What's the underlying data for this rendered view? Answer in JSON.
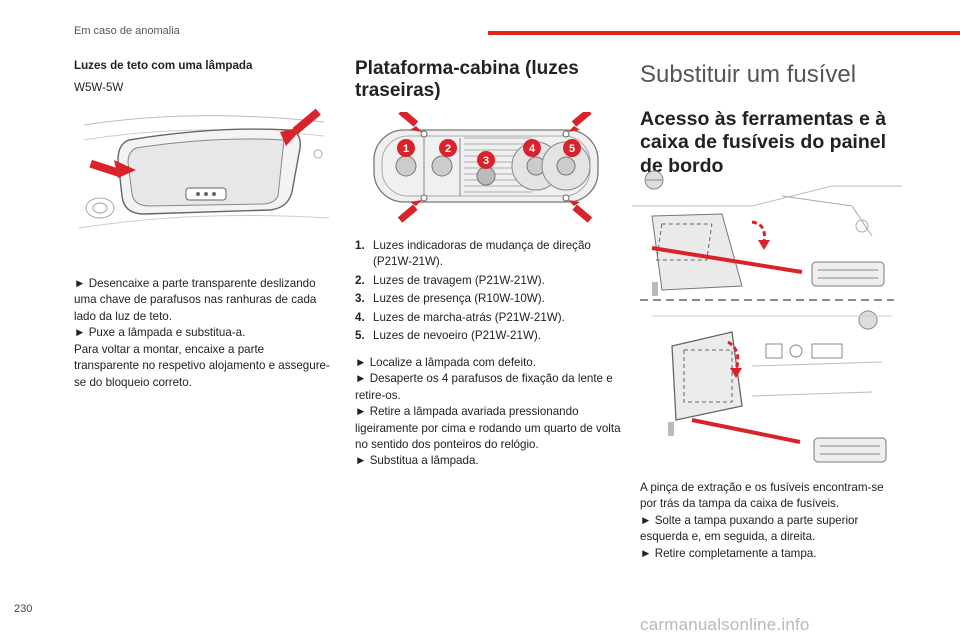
{
  "header": {
    "section": "Em caso de anomalia",
    "page_number": "230"
  },
  "watermark": "carmanualsonline.info",
  "col1": {
    "title": "Luzes de teto com uma lâmpada",
    "bulb": "W5W-5W",
    "paragraphs": [
      "► Desencaixe a parte transparente deslizando uma chave de parafusos nas ranhuras de cada lado da luz de teto.",
      "► Puxe a lâmpada e substitua-a.",
      "Para voltar a montar, encaixe a parte transparente no respetivo alojamento e assegure-se do bloqueio correto."
    ]
  },
  "col2": {
    "title": "Plataforma-cabina (luzes traseiras)",
    "callouts": [
      "1",
      "2",
      "3",
      "4",
      "5"
    ],
    "items": [
      {
        "num": "1.",
        "text": "Luzes indicadoras de mudança de direção (P21W-21W)."
      },
      {
        "num": "2.",
        "text": "Luzes de travagem (P21W-21W)."
      },
      {
        "num": "3.",
        "text": "Luzes de presença (R10W-10W)."
      },
      {
        "num": "4.",
        "text": "Luzes de marcha-atrás (P21W-21W)."
      },
      {
        "num": "5.",
        "text": "Luzes de nevoeiro (P21W-21W)."
      }
    ],
    "paragraphs": [
      "► Localize a lâmpada com defeito.",
      "► Desaperte os 4 parafusos de fixação da lente e retire-os.",
      "► Retire a lâmpada avariada pressionando ligeiramente por cima e rodando um quarto de volta no sentido dos ponteiros do relógio.",
      "► Substitua a lâmpada."
    ]
  },
  "col3": {
    "title": "Substituir um fusível",
    "subtitle": "Acesso às ferramentas e à caixa de fusíveis do painel de bordo",
    "paragraphs": [
      "A pinça de extração e os fusíveis encontram-se por trás da tampa da caixa de fusíveis.",
      "► Solte a tampa puxando a parte superior esquerda e, em seguida, a direita.",
      "► Retire completamente a tampa."
    ]
  },
  "colors": {
    "accent_red": "#e1251b",
    "callout_red": "#d8232a"
  }
}
